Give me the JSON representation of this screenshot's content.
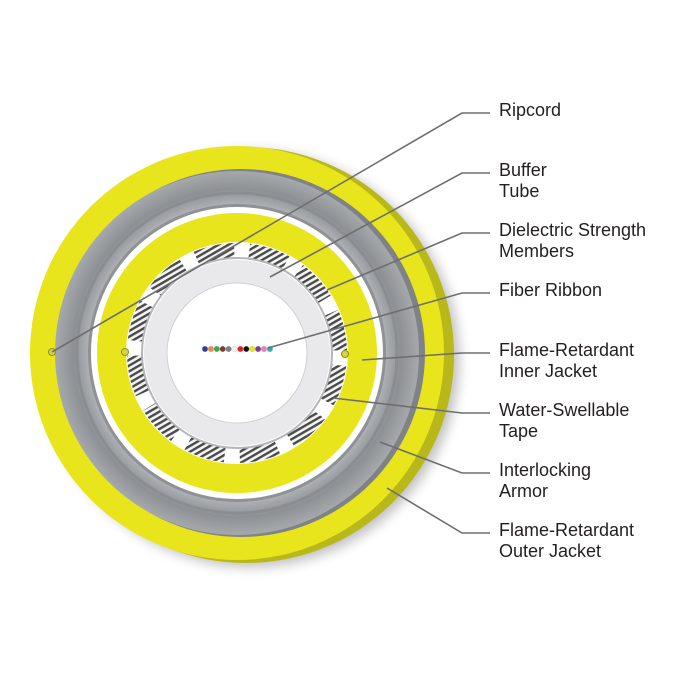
{
  "labels": [
    {
      "lines": [
        "Ripcord"
      ]
    },
    {
      "lines": [
        "Buffer",
        "Tube"
      ]
    },
    {
      "lines": [
        "Dielectric Strength",
        "Members"
      ]
    },
    {
      "lines": [
        "Fiber Ribbon"
      ]
    },
    {
      "lines": [
        "Flame-Retardant",
        "Inner Jacket"
      ]
    },
    {
      "lines": [
        "Water-Swellable",
        "Tape"
      ]
    },
    {
      "lines": [
        "Interlocking",
        "Armor"
      ]
    },
    {
      "lines": [
        "Flame-Retardant",
        "Outer Jacket"
      ]
    }
  ],
  "colors": {
    "jacket_yellow": "#e8e51c",
    "jacket_side": "#b9b81a",
    "armor_gray": "#9c9fa2",
    "buffer_tube": "#e9e9ec",
    "leader_line": "#6d6e70"
  },
  "fiber_colors": [
    "#2b3f9e",
    "#f08a3a",
    "#3aa94a",
    "#7a3f2e",
    "#7a7f86",
    "#f2f2f2",
    "#e61e25",
    "#111111",
    "#e8e51c",
    "#7d3b98",
    "#ee7fb6",
    "#22b3b5"
  ]
}
